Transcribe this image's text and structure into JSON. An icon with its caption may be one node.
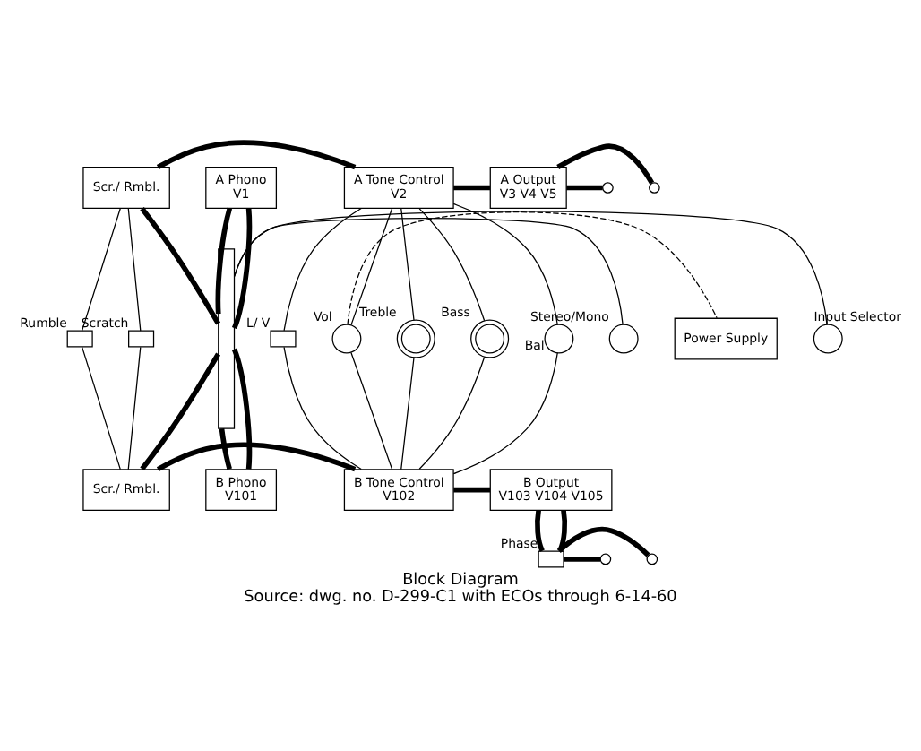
{
  "diagram": {
    "title": "Block Diagram",
    "caption": "Source: dwg. no. D-299-C1 with ECOs through 6-14-60",
    "nodes": [
      {
        "text": [],
        "shape": "bar"
      },
      {
        "text": [
          "A Phono",
          "V1"
        ]
      },
      {
        "text": [
          "Scr./ Rmbl."
        ]
      },
      {
        "text": [
          "A Tone Control",
          "V2"
        ]
      },
      {
        "text": [
          "A Output",
          "V3 V4 V5"
        ]
      },
      {
        "text": [],
        "shape": "circle"
      },
      {
        "text": [],
        "shape": "circle"
      },
      {
        "text": [],
        "shape": "circle",
        "beside": [
          "Input Selector"
        ]
      },
      {
        "text": [],
        "shape": "circle",
        "beside": [
          "Stereo/Mono"
        ]
      },
      {
        "text": [],
        "shape": "box",
        "beside": [
          "Scratch"
        ]
      },
      {
        "text": [],
        "shape": "box",
        "beside": [
          "Rumble"
        ]
      },
      {
        "text": [],
        "shape": "circle",
        "beside": [
          "Treble"
        ]
      },
      {
        "text": [],
        "shape": "circle",
        "beside": [
          "Bass"
        ]
      },
      {
        "text": [],
        "shape": "circle",
        "beside": [
          "Bal"
        ]
      },
      {
        "text": [],
        "shape": "box",
        "beside": [
          "L/ V"
        ]
      },
      {
        "text": [],
        "shape": "circle",
        "beside": [
          "Vol"
        ]
      },
      {
        "text": [
          "Power Supply"
        ]
      },
      {
        "text": [
          "B Phono",
          "V101"
        ]
      },
      {
        "text": [
          "Scr./ Rmbl."
        ]
      },
      {
        "text": [
          "B Tone Control",
          "V102"
        ]
      },
      {
        "text": [
          "B Output",
          "V103 V104 V105"
        ]
      },
      {
        "text": [],
        "shape": "box",
        "beside": [
          "Phase"
        ]
      },
      {
        "text": [],
        "shape": "circle"
      },
      {
        "text": [],
        "shape": "circle"
      }
    ],
    "edges": [
      {
        "from": 0,
        "to": 1,
        "arrow": "none",
        "style": "thick"
      },
      {
        "from": 0,
        "to": 1,
        "arrow": "none",
        "style": "thick"
      },
      {
        "from": 0,
        "to": 2,
        "arrow": "none",
        "style": "thick"
      },
      {
        "from": 2,
        "to": 3,
        "arrow": "none",
        "style": "thick"
      },
      {
        "from": 3,
        "to": 4,
        "arrow": "none",
        "style": "thick"
      },
      {
        "from": 4,
        "to": 5,
        "arrow": "none",
        "style": "thick"
      },
      {
        "from": 4,
        "to": 6,
        "arrow": "none",
        "style": "thick"
      },
      {
        "from": 0,
        "to": 7,
        "arrow": "none"
      },
      {
        "from": 0,
        "to": 8,
        "arrow": "none"
      },
      {
        "from": 2,
        "to": 9,
        "arrow": "none"
      },
      {
        "from": 9,
        "to": 18,
        "arrow": "none"
      },
      {
        "from": 2,
        "to": 10,
        "arrow": "none"
      },
      {
        "from": 10,
        "to": 18,
        "arrow": "none"
      },
      {
        "from": 3,
        "to": 11,
        "arrow": "none"
      },
      {
        "from": 11,
        "to": 19,
        "arrow": "none"
      },
      {
        "from": 3,
        "to": 12,
        "arrow": "none"
      },
      {
        "from": 12,
        "to": 19,
        "arrow": "none"
      },
      {
        "from": 3,
        "to": 13,
        "arrow": "none"
      },
      {
        "from": 13,
        "to": 19,
        "arrow": "none"
      },
      {
        "from": 3,
        "to": 14,
        "arrow": "none"
      },
      {
        "from": 14,
        "to": 19,
        "arrow": "none"
      },
      {
        "from": 3,
        "to": 15,
        "arrow": "none"
      },
      {
        "from": 15,
        "to": 19,
        "arrow": "none"
      },
      {
        "from": 15,
        "to": 16,
        "arrow": "none",
        "style": "dashed"
      },
      {
        "from": 0,
        "to": 17,
        "arrow": "none",
        "style": "thick"
      },
      {
        "from": 0,
        "to": 17,
        "arrow": "none",
        "style": "thick"
      },
      {
        "from": 0,
        "to": 18,
        "arrow": "none",
        "style": "thick"
      },
      {
        "from": 18,
        "to": 19,
        "arrow": "none",
        "style": "thick"
      },
      {
        "from": 19,
        "to": 20,
        "arrow": "none",
        "style": "thick"
      },
      {
        "from": 20,
        "to": 21,
        "arrow": "none",
        "style": "thick"
      },
      {
        "from": 20,
        "to": 21,
        "arrow": "none",
        "style": "thick"
      },
      {
        "from": 21,
        "to": 22,
        "arrow": "none",
        "style": "thick"
      },
      {
        "from": 21,
        "to": 23,
        "arrow": "none",
        "style": "thick"
      }
    ]
  }
}
